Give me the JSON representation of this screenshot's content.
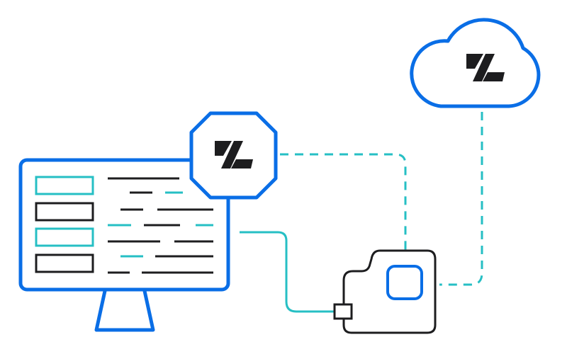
{
  "logo_text": "Z",
  "colors": {
    "blue": "#0a6ee6",
    "teal": "#26bfc4",
    "dark": "#1d1d1f",
    "background": "#ffffff"
  },
  "icons": [
    "monitor-icon",
    "gateway-badge-icon",
    "cloud-icon",
    "device-board-icon",
    "logo-icon"
  ],
  "screen_rows": [
    {
      "box": "teal"
    },
    {
      "box": "dark"
    },
    {
      "box": "teal"
    },
    {
      "box": "dark"
    }
  ],
  "connections": [
    {
      "from": "monitor",
      "to": "device-connector",
      "style": "solid",
      "color": "teal"
    },
    {
      "from": "gateway-badge",
      "to": "device-chip",
      "style": "dashed",
      "color": "teal"
    },
    {
      "from": "cloud",
      "to": "device",
      "style": "dashed",
      "color": "teal"
    }
  ]
}
